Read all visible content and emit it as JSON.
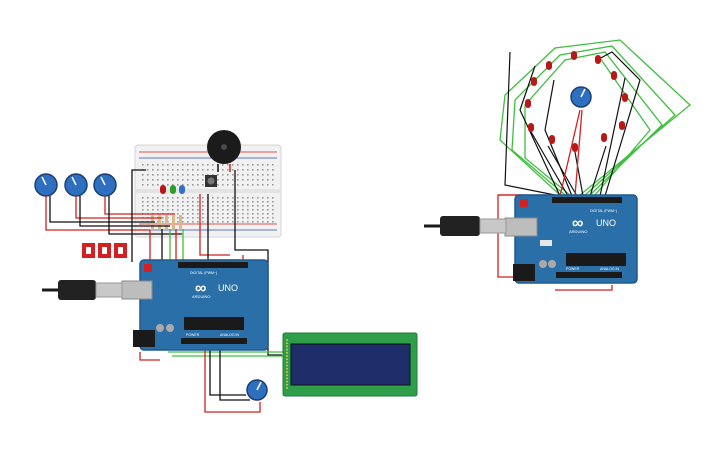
{
  "colors": {
    "board": "#2a6fa8",
    "board_dark": "#1f5a8c",
    "header": "#1a1a1a",
    "wire_red": "#d42020",
    "wire_black": "#111111",
    "wire_green": "#3fbf3f",
    "led_red": "#b81818",
    "led_green": "#2aa02a",
    "led_blue": "#2f6fd0",
    "pot": "#2f6fbf",
    "lcd_board": "#2e9e4a",
    "lcd_screen": "#1f2e6b",
    "breadboard": "#f1f1f1",
    "usb_silver": "#bdbdbd",
    "seven_seg": "#d42020"
  },
  "left_arduino": {
    "logo": "∞",
    "model": "UNO",
    "brand": "ARDUINO",
    "digital_label": "DIGITAL (PWM~)",
    "analog_label": "ANALOG IN",
    "power_label": "POWER"
  },
  "right_arduino": {
    "logo": "∞",
    "model": "UNO",
    "brand": "ARDUINO",
    "digital_label": "DIGITAL (PWM~)",
    "analog_label": "ANALOG IN",
    "power_label": "POWER"
  },
  "icons": {
    "usb_cable": "usb-cable-icon",
    "potentiometer": "potentiometer-icon",
    "buzzer": "piezo-buzzer-icon",
    "led": "led-icon"
  }
}
